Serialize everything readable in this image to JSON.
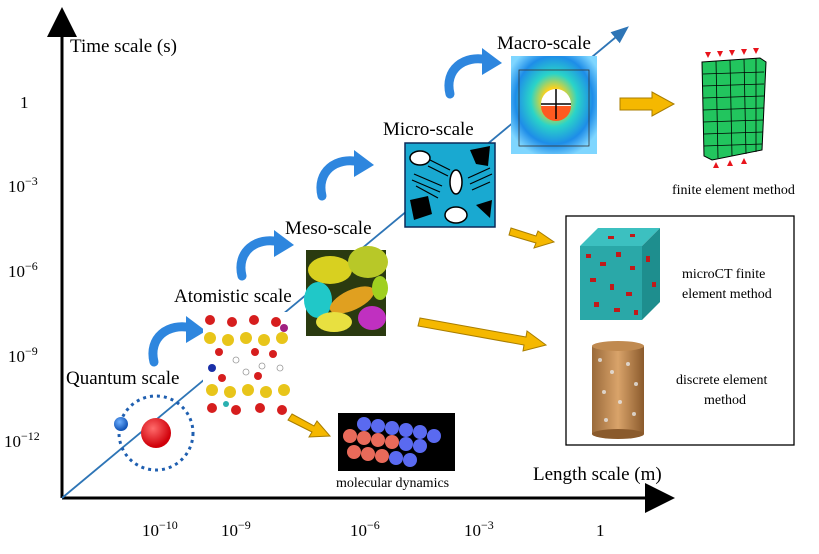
{
  "axes": {
    "y_title": "Time scale (s)",
    "x_title": "Length scale (m)",
    "y_ticks": [
      {
        "base": "1",
        "exp": ""
      },
      {
        "base": "10",
        "exp": "−3"
      },
      {
        "base": "10",
        "exp": "−6"
      },
      {
        "base": "10",
        "exp": "−9"
      },
      {
        "base": "10",
        "exp": "−12"
      }
    ],
    "x_ticks": [
      {
        "base": "10",
        "exp": "−10"
      },
      {
        "base": "10",
        "exp": "−9"
      },
      {
        "base": "10",
        "exp": "−6"
      },
      {
        "base": "10",
        "exp": "−3"
      },
      {
        "base": "1",
        "exp": ""
      }
    ]
  },
  "scales": {
    "quantum": "Quantum scale",
    "atomistic": "Atomistic scale",
    "meso": "Meso-scale",
    "micro": "Micro-scale",
    "macro": "Macro-scale"
  },
  "methods": {
    "fem": "finite element method",
    "md": "molecular dynamics",
    "microct_line1": "microCT finite",
    "microct_line2": "element method",
    "dem_line1": "discrete element",
    "dem_line2": "method"
  },
  "colors": {
    "axis": "#000000",
    "diagonal": "#2e75b6",
    "curl_arrow": "#2e86de",
    "method_arrow": "#f5b800",
    "nucleus": "#e8141c",
    "electron": "#1f6fd6",
    "micro_bg": "#19a9d1",
    "fem_mesh": "#22c55e",
    "cube": "#2aa8a8"
  }
}
